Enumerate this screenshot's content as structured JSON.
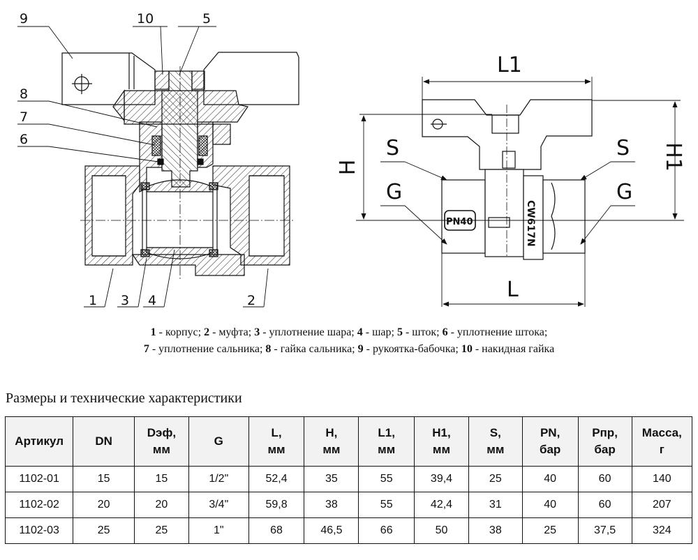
{
  "drawing": {
    "section_view": {
      "callouts": [
        "9",
        "10",
        "5",
        "8",
        "7",
        "6",
        "1",
        "3",
        "4",
        "2"
      ]
    },
    "exterior_view": {
      "dimension_labels": {
        "L1": "L1",
        "H": "H",
        "H1": "H1",
        "S_left": "S",
        "S_right": "S",
        "G_left": "G",
        "G_right": "G",
        "L": "L"
      },
      "body_markings": {
        "pressure": "PN40",
        "material": "CW617N"
      }
    }
  },
  "legend": {
    "items": [
      {
        "num": "1",
        "text": " - корпус; "
      },
      {
        "num": "2",
        "text": " - муфта; "
      },
      {
        "num": "3",
        "text": " - уплотнение шара; "
      },
      {
        "num": "4",
        "text": " - шар; "
      },
      {
        "num": "5",
        "text": " - шток; "
      },
      {
        "num": "6",
        "text": " - уплотнение штока;"
      },
      {
        "num": "7",
        "text": " - уплотнение сальника; "
      },
      {
        "num": "8",
        "text": " - гайка сальника; "
      },
      {
        "num": "9",
        "text": " - рукоятка-бабочка; "
      },
      {
        "num": "10",
        "text": " - накидная гайка"
      }
    ]
  },
  "section_title": "Размеры и технические характеристики",
  "table": {
    "headers": [
      [
        "Артикул",
        ""
      ],
      [
        "DN",
        ""
      ],
      [
        "Dэф,",
        "мм"
      ],
      [
        "G",
        ""
      ],
      [
        "L,",
        "мм"
      ],
      [
        "H,",
        "мм"
      ],
      [
        "L1,",
        "мм"
      ],
      [
        "H1,",
        "мм"
      ],
      [
        "S,",
        "мм"
      ],
      [
        "PN,",
        "бар"
      ],
      [
        "Pпр,",
        "бар"
      ],
      [
        "Масса,",
        "г"
      ]
    ],
    "rows": [
      [
        "1102-01",
        "15",
        "15",
        "1/2\"",
        "52,4",
        "35",
        "55",
        "39,4",
        "25",
        "40",
        "60",
        "140"
      ],
      [
        "1102-02",
        "20",
        "20",
        "3/4\"",
        "59,8",
        "38",
        "55",
        "42,4",
        "31",
        "40",
        "60",
        "207"
      ],
      [
        "1102-03",
        "25",
        "25",
        "1\"",
        "68",
        "46,5",
        "66",
        "50",
        "38",
        "25",
        "37,5",
        "324"
      ]
    ]
  }
}
